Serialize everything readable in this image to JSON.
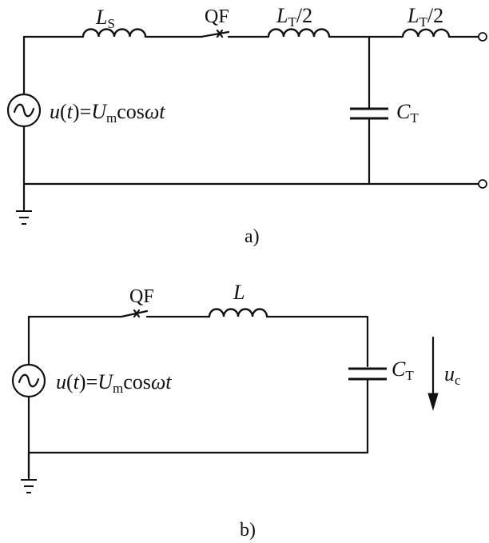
{
  "diagram_a": {
    "caption": "a)",
    "source": {
      "u": "u",
      "t": "t",
      "eq": "=",
      "U": "U",
      "m": "m",
      "cos": "cos",
      "omega": "ω"
    },
    "Ls": {
      "L": "L",
      "sub": "S"
    },
    "breaker": "QF",
    "Lt1": {
      "L": "L",
      "sub": "T",
      "frac": "/2"
    },
    "Lt2": {
      "L": "L",
      "sub": "T",
      "frac": "/2"
    },
    "Ct": {
      "C": "C",
      "sub": "T"
    }
  },
  "diagram_b": {
    "caption": "b)",
    "source": {
      "u": "u",
      "t": "t",
      "eq": "=",
      "U": "U",
      "m": "m",
      "cos": "cos",
      "omega": "ω"
    },
    "breaker": "QF",
    "L": "L",
    "Ct": {
      "C": "C",
      "sub": "T"
    },
    "uc": {
      "u": "u",
      "sub": "c"
    }
  }
}
